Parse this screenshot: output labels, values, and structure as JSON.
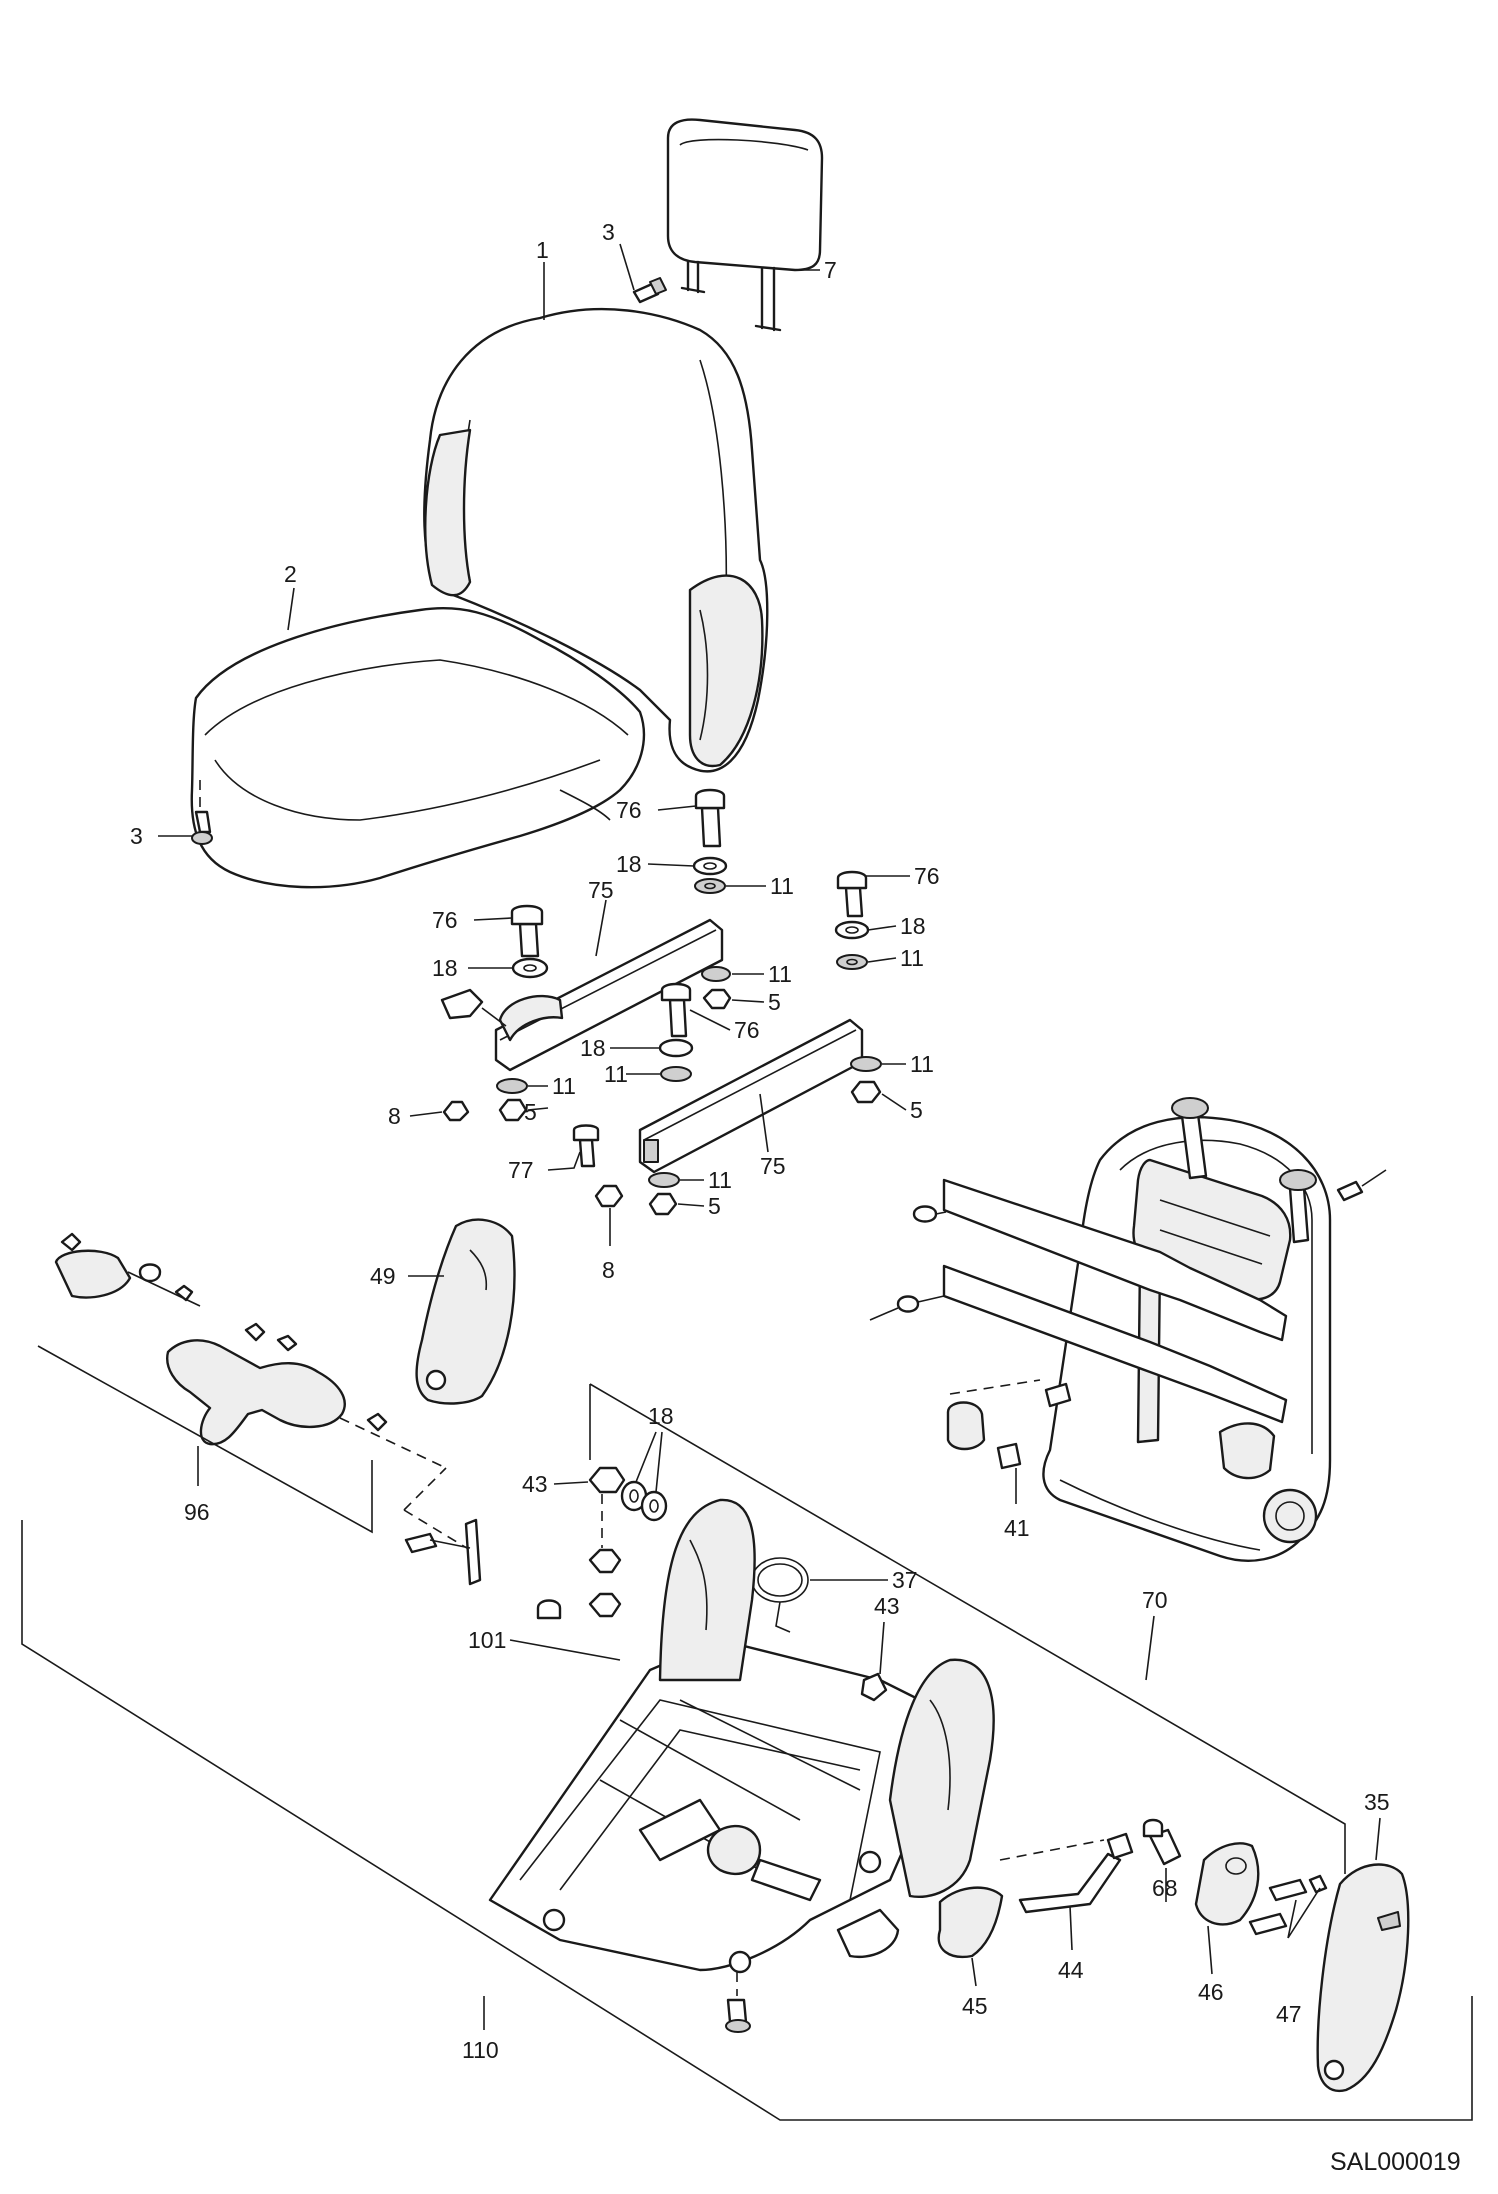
{
  "drawing_code": "SAL000019",
  "callouts": {
    "c1": "1",
    "c2": "2",
    "c3a": "3",
    "c3b": "3",
    "c7": "7",
    "c76a": "76",
    "c76b": "76",
    "c76c": "76",
    "c76d": "76",
    "c18a": "18",
    "c18b": "18",
    "c18c": "18",
    "c18d": "18",
    "c18e": "18",
    "c11a": "11",
    "c11b": "11",
    "c11c": "11",
    "c11d": "11",
    "c11e": "11",
    "c11f": "11",
    "c11g": "11",
    "c5a": "5",
    "c5b": "5",
    "c5c": "5",
    "c5d": "5",
    "c75a": "75",
    "c75b": "75",
    "c8a": "8",
    "c8b": "8",
    "c77": "77",
    "c49": "49",
    "c96": "96",
    "c43a": "43",
    "c43b": "43",
    "c37": "37",
    "c41": "41",
    "c70": "70",
    "c101": "101",
    "c35": "35",
    "c68": "68",
    "c44": "44",
    "c45": "45",
    "c46": "46",
    "c47": "47",
    "c110": "110"
  }
}
